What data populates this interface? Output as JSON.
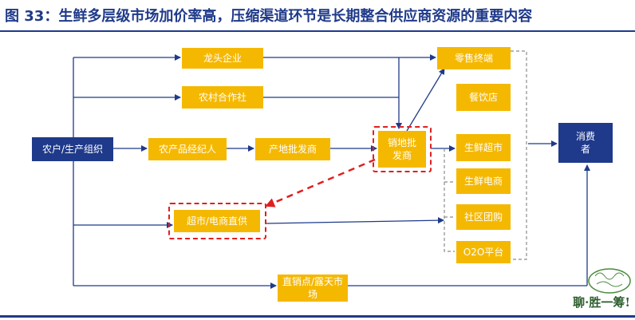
{
  "title": "图 33：生鲜多层级市场加价率高，压缩渠道环节是长期整合供应商资源的重要内容",
  "colors": {
    "accent": "#1f3a8a",
    "box": "#f5b800",
    "highlight": "#e02020"
  },
  "nodes": {
    "farmer": "农户/生产组织",
    "leading_enterprise": "龙头企业",
    "cooperative": "农村合作社",
    "broker": "农产品经纪人",
    "origin_wholesaler": "产地批发商",
    "sales_wholesaler": "销地批\n发商",
    "supermarket_direct": "超市/电商直供",
    "direct_market": "直销点/露天市\n场",
    "retail_terminal": "零售终端",
    "restaurant": "餐饮店",
    "fresh_supermarket": "生鲜超市",
    "fresh_ecommerce": "生鲜电商",
    "community_group": "社区团购",
    "o2o": "O2O平台",
    "consumer": "消费\n者"
  },
  "logo": {
    "icon": "brand-logo-icon",
    "text": "聊·胜一筹!"
  }
}
